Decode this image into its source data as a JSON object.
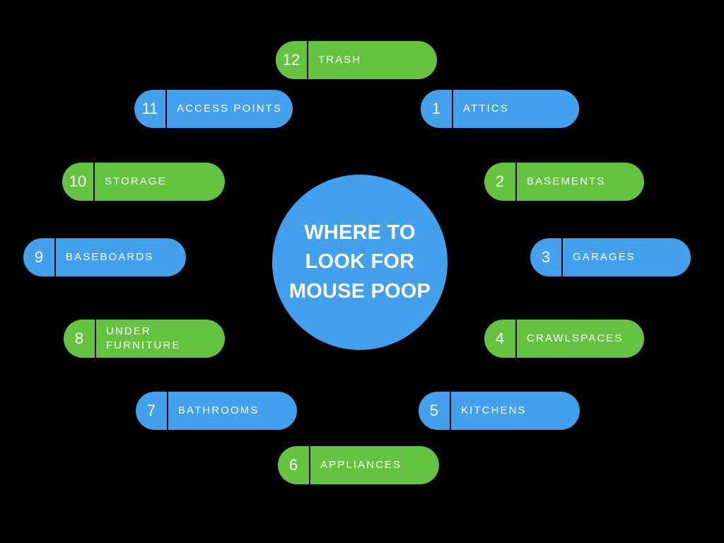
{
  "background_color": "#000000",
  "center": {
    "title": "WHERE TO\nLOOK FOR\nMOUSE POOP",
    "color": "#42A0EC",
    "text_color": "#ffffff"
  },
  "palette": {
    "blue": "#42A0EC",
    "green": "#64C442",
    "divider": "#000000",
    "text": "#ffffff"
  },
  "chart_data": {
    "type": "diagram",
    "title": "WHERE TO LOOK FOR MOUSE POOP",
    "layout": "radial-list",
    "item_count": 12,
    "categories": [
      "ATTICS",
      "BASEMENTS",
      "GARAGES",
      "CRAWLSPACES",
      "KITCHENS",
      "APPLIANCES",
      "BATHROOMS",
      "UNDER FURNITURE",
      "BASEBOARDS",
      "STORAGE",
      "ACCESS POINTS",
      "TRASH"
    ],
    "values": [
      1,
      2,
      3,
      4,
      5,
      6,
      7,
      8,
      9,
      10,
      11,
      12
    ]
  },
  "items": [
    {
      "number": "1",
      "label": "ATTICS",
      "color": "blue",
      "side": "right"
    },
    {
      "number": "2",
      "label": "BASEMENTS",
      "color": "green",
      "side": "right"
    },
    {
      "number": "3",
      "label": "GARAGES",
      "color": "blue",
      "side": "right"
    },
    {
      "number": "4",
      "label": "CRAWLSPACES",
      "color": "green",
      "side": "right"
    },
    {
      "number": "5",
      "label": "KITCHENS",
      "color": "blue",
      "side": "right"
    },
    {
      "number": "6",
      "label": "APPLIANCES",
      "color": "green",
      "side": "bottom"
    },
    {
      "number": "7",
      "label": "BATHROOMS",
      "color": "blue",
      "side": "left"
    },
    {
      "number": "8",
      "label": "UNDER\nFURNITURE",
      "color": "green",
      "side": "left"
    },
    {
      "number": "9",
      "label": "BASEBOARDS",
      "color": "blue",
      "side": "left"
    },
    {
      "number": "10",
      "label": "STORAGE",
      "color": "green",
      "side": "left"
    },
    {
      "number": "11",
      "label": "ACCESS POINTS",
      "color": "blue",
      "side": "left"
    },
    {
      "number": "12",
      "label": "TRASH",
      "color": "green",
      "side": "top"
    }
  ]
}
